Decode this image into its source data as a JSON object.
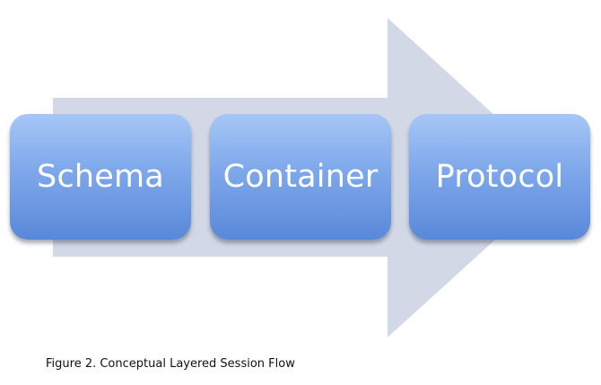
{
  "diagram": {
    "stages": [
      {
        "label": "Schema"
      },
      {
        "label": "Container"
      },
      {
        "label": "Protocol"
      }
    ],
    "arrow_color": "#d3d8e6",
    "box_color_top": "#a6c6f6",
    "box_color_bottom": "#5a88d9",
    "text_color": "#ffffff"
  },
  "caption": "Figure 2. Conceptual Layered Session Flow"
}
